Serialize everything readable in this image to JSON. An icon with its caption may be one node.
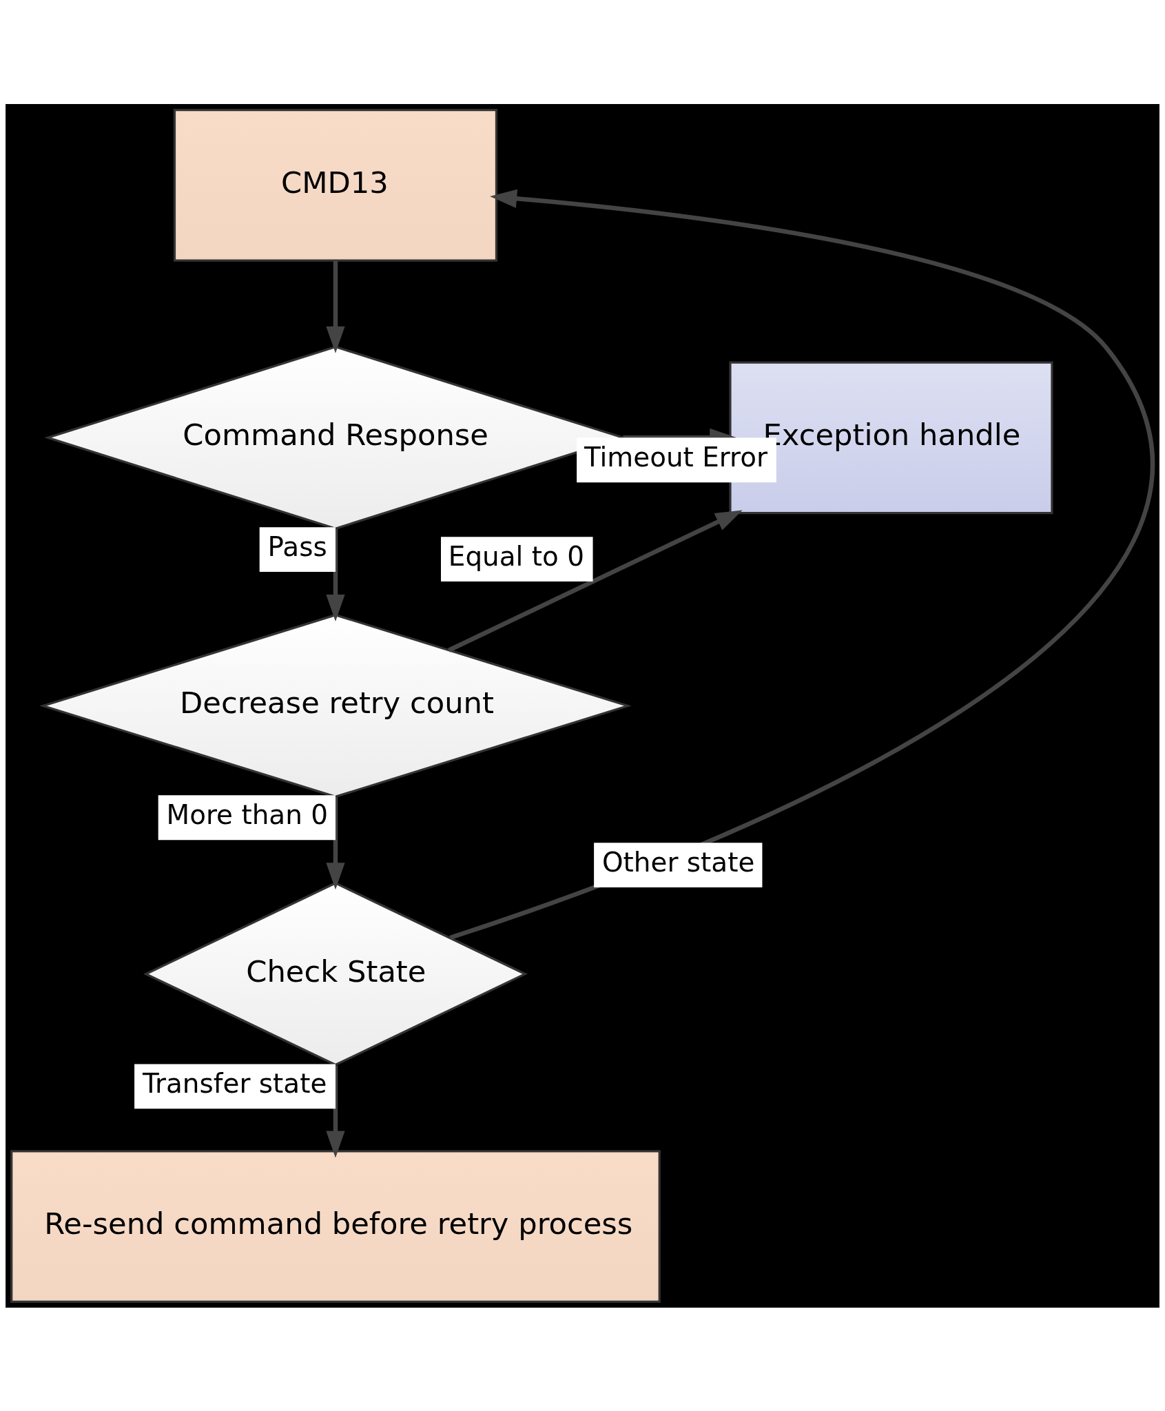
{
  "diagram": {
    "nodes": [
      {
        "text": [
          "CMD13"
        ]
      },
      {
        "text": [
          "Command Response"
        ]
      },
      {
        "text": [
          "Exception handle"
        ]
      },
      {
        "text": [
          "Decrease retry count"
        ]
      },
      {
        "text": [
          "Check State"
        ]
      },
      {
        "text": [
          "Re-send command before retry process"
        ]
      }
    ],
    "edges": [
      {
        "from": 0,
        "to": 1,
        "arrow": "to"
      },
      {
        "from": 1,
        "to": 2,
        "arrow": "to",
        "label": "Timeout Error"
      },
      {
        "from": 1,
        "to": 3,
        "arrow": "to",
        "label": "Pass"
      },
      {
        "from": 3,
        "to": 2,
        "arrow": "to",
        "label": "Equal to 0"
      },
      {
        "from": 3,
        "to": 4,
        "arrow": "to",
        "label": "More than 0"
      },
      {
        "from": 4,
        "to": 0,
        "arrow": "to",
        "label": "Other state"
      },
      {
        "from": 4,
        "to": 5,
        "arrow": "to",
        "label": "Transfer state"
      }
    ]
  }
}
